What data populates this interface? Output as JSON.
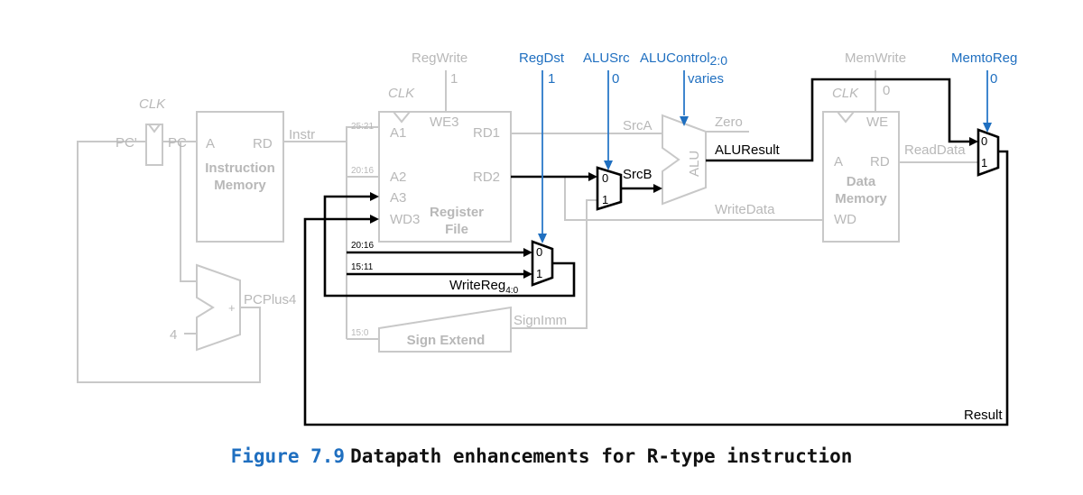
{
  "labels": {
    "clk": "CLK",
    "pc_prime": "PC'",
    "pc": "PC",
    "imem_a": "A",
    "imem_rd": "RD",
    "imem_title_1": "Instruction",
    "imem_title_2": "Memory",
    "instr": "Instr",
    "bits_25_21": "25:21",
    "bits_20_16": "20:16",
    "bits_15_11": "15:11",
    "bits_15_0": "15:0",
    "rf_a1": "A1",
    "rf_a2": "A2",
    "rf_a3": "A3",
    "rf_wd3": "WD3",
    "rf_we3": "WE3",
    "rf_rd1": "RD1",
    "rf_rd2": "RD2",
    "rf_title_1": "Register",
    "rf_title_2": "File",
    "srca": "SrcA",
    "srcb": "SrcB",
    "alu": "ALU",
    "zero": "Zero",
    "aluresult": "ALUResult",
    "writedata": "WriteData",
    "signimm": "SignImm",
    "sign_extend": "Sign Extend",
    "writereg": "WriteReg",
    "writereg_sub": "4:0",
    "pcplus4": "PCPlus4",
    "four": "4",
    "plus": "+",
    "dmem_a": "A",
    "dmem_rd": "RD",
    "dmem_we": "WE",
    "dmem_wd": "WD",
    "dmem_title_1": "Data",
    "dmem_title_2": "Memory",
    "readdata": "ReadData",
    "result": "Result",
    "mux0": "0",
    "mux1": "1"
  },
  "control": {
    "regwrite": {
      "name": "RegWrite",
      "value": "1"
    },
    "regdst": {
      "name": "RegDst",
      "value": "1"
    },
    "alusrc": {
      "name": "ALUSrc",
      "value": "0"
    },
    "alucontrol": {
      "name": "ALUControl",
      "sub": "2:0",
      "value": "varies"
    },
    "memwrite": {
      "name": "MemWrite",
      "value": "0"
    },
    "memtoreg": {
      "name": "MemtoReg",
      "value": "0"
    }
  },
  "caption": {
    "number": "Figure 7.9",
    "text": "Datapath enhancements for R-type instruction"
  },
  "colors": {
    "inactive": "#b8b8b8",
    "active": "#000000",
    "control": "#1f6fc0"
  }
}
